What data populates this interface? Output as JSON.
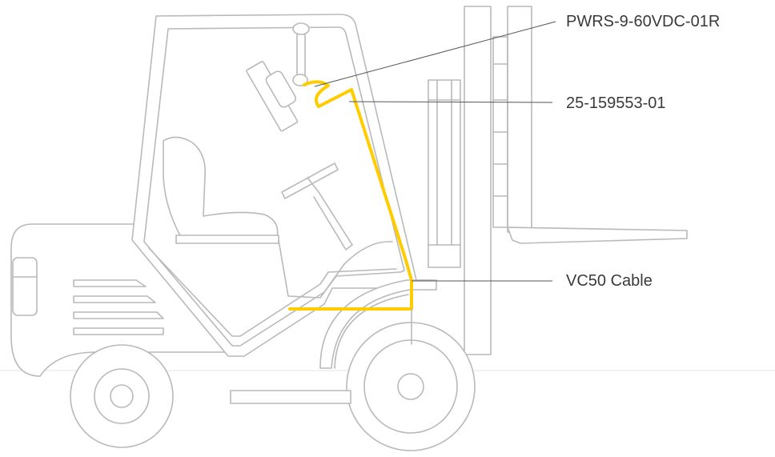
{
  "labels": {
    "power_supply": "PWRS-9-60VDC-01R",
    "cable_part": "25-159553-01",
    "vc50_cable": "VC50 Cable"
  },
  "colors": {
    "cable": "#ffcc00",
    "outline": "#b9b9b9",
    "leader": "#555555",
    "text": "#3a3a3a"
  }
}
